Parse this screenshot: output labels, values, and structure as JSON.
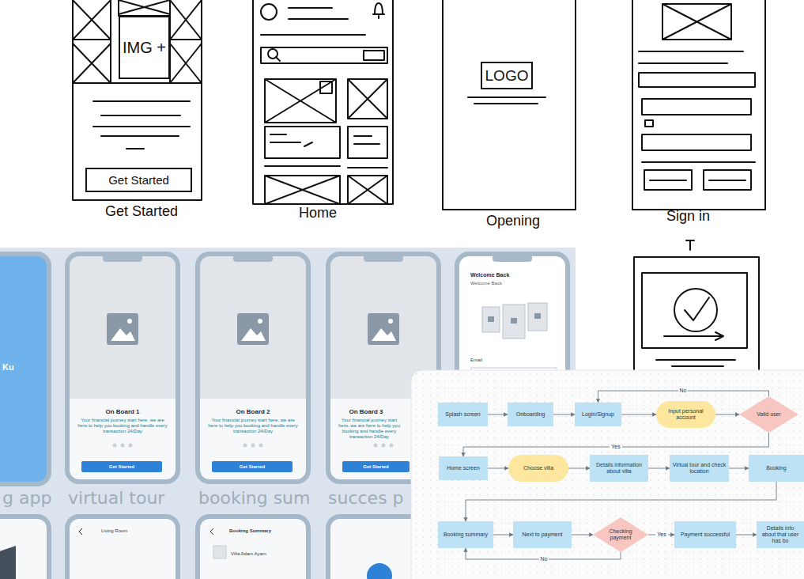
{
  "diagram": {
    "nodes": [
      {
        "text": [
          "IMG +"
        ]
      },
      {
        "text": [
          "Get Started"
        ]
      },
      {
        "text": [
          "LOGO"
        ]
      },
      {
        "text": [
          "On Board 1",
          "Your financial journey start here. we are here to help you booking and handle every transaction 24/Day"
        ]
      },
      {
        "text": [
          "Get Started"
        ],
        "in": 3
      },
      {
        "text": [
          "On Board 2",
          "Your financial journey start here. we are here to help you booking and handle every transaction 24/Day"
        ]
      },
      {
        "text": [
          "Get Started"
        ],
        "in": 5
      },
      {
        "text": [
          "On Board 3",
          "Your financial journey start here. we are here to help you booking and handle every transaction 24/Day"
        ]
      },
      {
        "text": [
          "Get Started"
        ],
        "in": 7
      },
      {
        "text": [
          "Welcome Back",
          "Welcome Back",
          "Email"
        ]
      },
      {
        "text": [
          "Splash screen"
        ]
      },
      {
        "text": [
          "Onboarding"
        ]
      },
      {
        "text": [
          "Login/Signup"
        ]
      },
      {
        "text": [
          "Input personal account"
        ]
      },
      {
        "text": [
          "Valid user"
        ]
      },
      {
        "text": [
          "Home screen"
        ]
      },
      {
        "text": [
          "Choose villa"
        ]
      },
      {
        "text": [
          "Details information about villa"
        ]
      },
      {
        "text": [
          "Virtual tour and check location"
        ]
      },
      {
        "text": [
          "Booking"
        ]
      },
      {
        "text": [
          "Booking summary"
        ]
      },
      {
        "text": [
          "Next to payment"
        ]
      },
      {
        "text": [
          "Checking payment"
        ]
      },
      {
        "text": [
          "Payment successful"
        ]
      },
      {
        "text": [
          "Details info about that user has bo"
        ]
      }
    ],
    "edges": [
      {
        "from": 10,
        "to": 11,
        "arrow": "to"
      },
      {
        "from": 11,
        "to": 12,
        "arrow": "to"
      },
      {
        "from": 12,
        "to": 13,
        "arrow": "to"
      },
      {
        "from": 13,
        "to": 14,
        "arrow": "to"
      },
      {
        "from": 14,
        "to": 12,
        "label": "No",
        "arrow": "to"
      },
      {
        "from": 14,
        "to": 15,
        "label": "Yes",
        "arrow": "to"
      },
      {
        "from": 15,
        "to": 16,
        "arrow": "to"
      },
      {
        "from": 16,
        "to": 17,
        "arrow": "to"
      },
      {
        "from": 17,
        "to": 18,
        "arrow": "to"
      },
      {
        "from": 18,
        "to": 19,
        "arrow": "to"
      },
      {
        "from": 19,
        "to": 20,
        "arrow": "to"
      },
      {
        "from": 20,
        "to": 21,
        "arrow": "to"
      },
      {
        "from": 21,
        "to": 22,
        "arrow": "to"
      },
      {
        "from": 22,
        "to": 23,
        "label": "Yes",
        "arrow": "to"
      },
      {
        "from": 22,
        "to": 20,
        "label": "No",
        "arrow": "to"
      },
      {
        "from": 23,
        "to": 24,
        "arrow": "to"
      }
    ],
    "labels": [
      "Get Started",
      "Home",
      "Opening",
      "Sign in",
      "g app",
      "virtual tour",
      "booking sum",
      "succes p",
      "Ku",
      "Living Room",
      "Booking Summary",
      "Villa Adam Ayam"
    ]
  }
}
